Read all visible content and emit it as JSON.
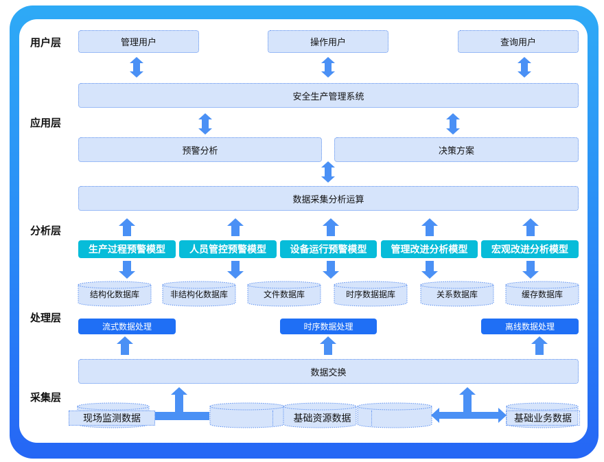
{
  "layers": [
    "用户层",
    "应用层",
    "分析层",
    "处理层",
    "采集层"
  ],
  "users": [
    "管理用户",
    "操作用户",
    "查询用户"
  ],
  "system": "安全生产管理系统",
  "apps": [
    "预警分析",
    "决策方案"
  ],
  "compute": "数据采集分析运算",
  "models": [
    "生产过程预警模型",
    "人员管控预警模型",
    "设备运行预警模型",
    "管理改进分析模型",
    "宏观改进分析模型"
  ],
  "databases": [
    "结构化数据库",
    "非结构化数据库",
    "文件数据库",
    "时序数据据库",
    "关系数据库",
    "缓存数据库"
  ],
  "processing": [
    "流式数据处理",
    "时序数据处理",
    "离线数据处理"
  ],
  "exchange": "数据交换",
  "sources": [
    "现场监测数据",
    "基础资源数据",
    "基础业务数据"
  ],
  "colors": {
    "frame": "#2a8cf6",
    "box": "#d6e4fb",
    "model": "#07bcd9",
    "process": "#1f6ff5",
    "arrow": "#4a90f5"
  }
}
